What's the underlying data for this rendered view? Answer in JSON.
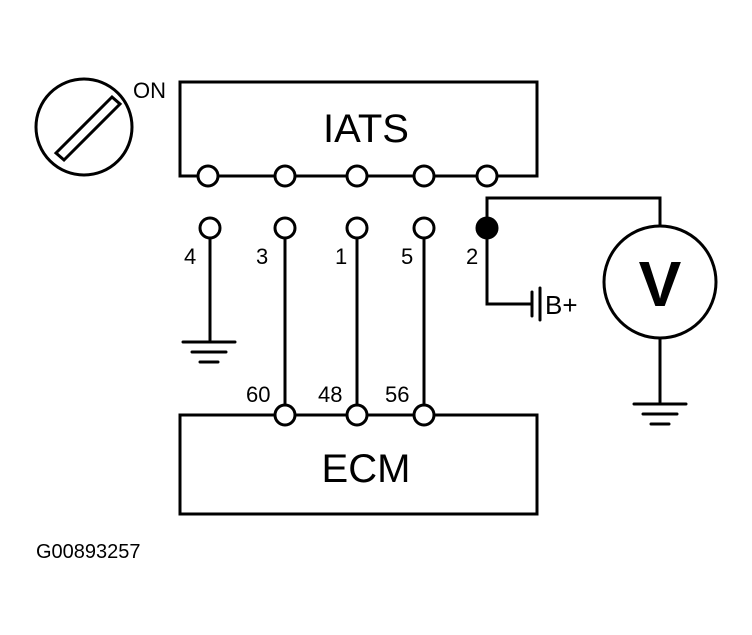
{
  "switch": {
    "label": "ON"
  },
  "iats": {
    "label": "IATS"
  },
  "ecm": {
    "label": "ECM"
  },
  "pins": {
    "iats_side": [
      "4",
      "3",
      "1",
      "5",
      "2"
    ],
    "ecm_side": [
      "60",
      "48",
      "56"
    ]
  },
  "battery": {
    "label": "B+"
  },
  "voltmeter": {
    "label": "V"
  },
  "figure_id": "G00893257",
  "colors": {
    "ink": "#000000",
    "paper": "#ffffff"
  },
  "icons": [
    "ignition-switch-icon",
    "ground-icon",
    "voltmeter-icon",
    "battery-terminal-icon"
  ]
}
